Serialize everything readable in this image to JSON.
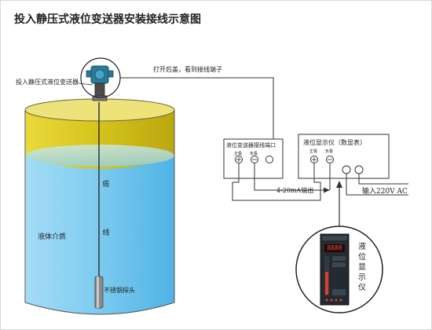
{
  "title": "投入静压式液位变送器安装接线示意图",
  "labels": {
    "transmitter": "投入静压式液位变送器",
    "open_cover": "打开后盖，看到接线端子",
    "cable_top": "缆",
    "cable_bottom": "线",
    "liquid": "液体介质",
    "probe": "不锈钢探头",
    "signal": "4-20mA输出",
    "power": "输入220V AC"
  },
  "terminal_box": {
    "title": "液位变送器接线端口",
    "pos": "正极",
    "neg": "负极"
  },
  "display_box": {
    "title": "液位显示仪（数显表）",
    "pos": "正极",
    "neg": "负极"
  },
  "meter": {
    "readout": "8888",
    "label": "液位显示仪"
  },
  "colors": {
    "tank_top": "#d8c41a",
    "tank_liquid": "#6fc3ec",
    "line": "#333333"
  }
}
